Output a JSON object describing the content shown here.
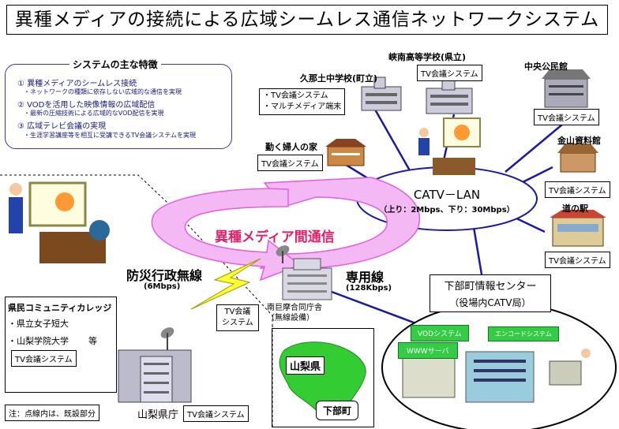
{
  "title": "異種メディアの接続による広域シームレス通信ネットワークシステム",
  "features": {
    "heading": "システムの主な特徴",
    "items": [
      {
        "main": "① 異種メディアのシームレス接続",
        "sub": "・ネットワークの種類に依存しない広域的な通信を実現"
      },
      {
        "main": "② VODを活用した映像情報の広域配信",
        "sub": "・最新の圧縮技術による広域的なVOD配信を実現"
      },
      {
        "main": "③ 広域テレビ会議の実現",
        "sub": "・生涯学習講座等を相互に受講できるTV会議システムを実現"
      }
    ]
  },
  "lan": {
    "name": "CATV－LAN",
    "speed": "（上り：2Mbps、下り：30Mbps）"
  },
  "media_label": "異種メディア間通信",
  "sites": {
    "kyonan": {
      "name": "峡南高等学校(県立)",
      "tag": "TV会議システム"
    },
    "kunado": {
      "name": "久那土中学校(町立)",
      "tag1": "・TV会議システム",
      "tag2": "・マルチメディア端末"
    },
    "chuo": {
      "name": "中央公民館",
      "tag": "TV会議システム"
    },
    "kinro": {
      "name": "勤く婦人の家",
      "tag": "TV会議システム"
    },
    "kanayama": {
      "name": "金山資料館",
      "tag": "TV会議システム"
    },
    "michinoeki": {
      "name": "道の駅",
      "tag": "TV会議システム"
    }
  },
  "links": {
    "bousai": {
      "name": "防災行政無線",
      "speed": "(6Mbps)"
    },
    "senyou": {
      "name": "専用線",
      "speed": "(128Kbps)"
    }
  },
  "nankyo": {
    "tv1": "TV会議",
    "tv2": "システム",
    "name1": "南巨摩合同庁舎",
    "name2": "（無線設備）"
  },
  "college": {
    "name": "県民コミュニティカレッジ",
    "line1": "・県立女子短大",
    "line2": "・山梨学院大学",
    "etc": "等",
    "tag": "TV会議システム"
  },
  "prefecture": {
    "name": "山梨県庁",
    "tag": "TV会議システム"
  },
  "note": "注：点線内は、既設部分",
  "map": {
    "pref": "山梨県",
    "town": "下部町"
  },
  "center": {
    "name": "下部町情報センター",
    "sub": "（役場内CATV局）",
    "vod": "VODシステム",
    "encode": "エンコードシステム",
    "www": "WWWサーバ"
  },
  "colors": {
    "arrow": "#f4b8f4",
    "arrow_stroke": "#e060e0",
    "map": "#33cc33",
    "title_red": "#e0206a"
  }
}
